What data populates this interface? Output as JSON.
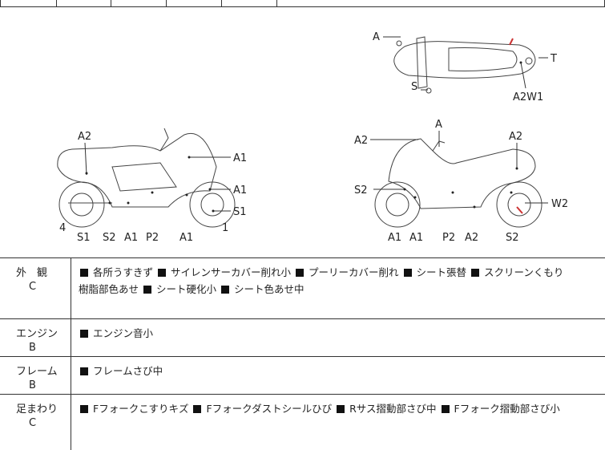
{
  "diagram": {
    "left_view_labels": {
      "a2_top": "A2",
      "a1_cowl": "A1",
      "a1_front": "A1",
      "s1_right": "S1",
      "bottom": [
        "S1",
        "S2",
        "A1",
        "P2",
        "A1"
      ],
      "num_4": "4",
      "num_1": "1"
    },
    "right_view_labels": {
      "a2_left": "A2",
      "a_top": "A",
      "a2_right": "A2",
      "s2_left": "S2",
      "w2": "W2",
      "bottom": [
        "A1",
        "A1",
        "P2",
        "A2",
        "S2"
      ]
    },
    "top_view_labels": {
      "a": "A",
      "s": "S",
      "t": "T",
      "a2w1": "A2W1"
    }
  },
  "sections": [
    {
      "name": "外　観",
      "grade": "C",
      "items": [
        "各所うすきず",
        "サイレンサーカバー削れ小",
        "プーリーカバー削れ",
        "シート張替",
        "スクリーンくもり",
        "樹脂部色あせ",
        "シート硬化小",
        "シート色あせ中"
      ]
    },
    {
      "name": "エンジン",
      "grade": "B",
      "items": [
        "エンジン音小"
      ]
    },
    {
      "name": "フレーム",
      "grade": "B",
      "items": [
        "フレームさび中"
      ]
    },
    {
      "name": "足まわり",
      "grade": "C",
      "items": [
        "Fフォークこすりキズ",
        "Fフォークダストシールひび",
        "Rサス摺動部さび中",
        "Fフォーク摺動部さび小"
      ]
    }
  ]
}
